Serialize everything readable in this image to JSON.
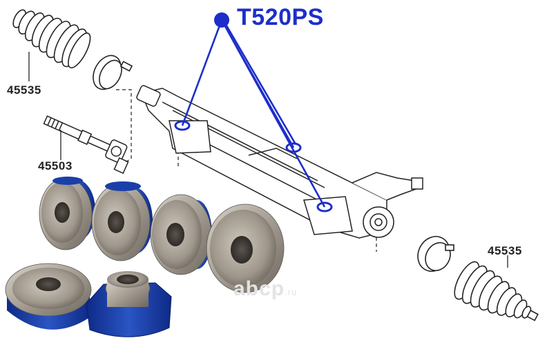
{
  "callout": {
    "part_code": "T520PS",
    "line_color": "#1d2ec9"
  },
  "labels": {
    "boot_left": "45535",
    "tie_rod_end": "45503",
    "boot_right": "45535"
  },
  "watermark": {
    "brand": "abcp",
    "tld": ".ru"
  },
  "colors": {
    "metal": "#9a938a",
    "polyurethane": "#1a3fa8",
    "outline": "#333333"
  }
}
